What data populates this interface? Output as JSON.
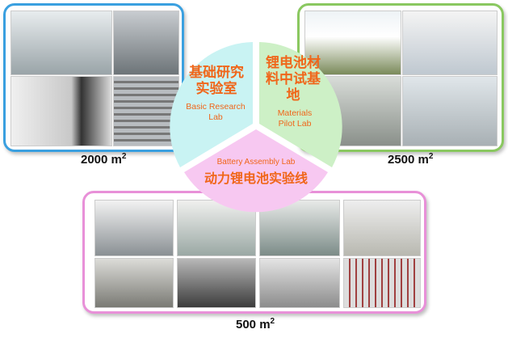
{
  "colors": {
    "research": "#c9f3f3",
    "pilot": "#cdf0c6",
    "assembly": "#f7c8f1",
    "label": "#f0661a",
    "research_border": "#3aa0e0",
    "pilot_border": "#8ac860",
    "assembly_border": "#e890d8"
  },
  "sections": [
    {
      "id": "research",
      "zh": "基础研究实验室",
      "en": "Basic Research Lab",
      "area": "2000 m",
      "unit_sup": "2"
    },
    {
      "id": "pilot",
      "zh": "锂电池材料中试基地",
      "en": "Materials Pilot Lab",
      "area": "2500 m",
      "unit_sup": "2"
    },
    {
      "id": "assembly",
      "zh": "动力锂电池实验线",
      "en": "Battery Assembly Lab",
      "area": "500 m",
      "unit_sup": "2"
    }
  ]
}
